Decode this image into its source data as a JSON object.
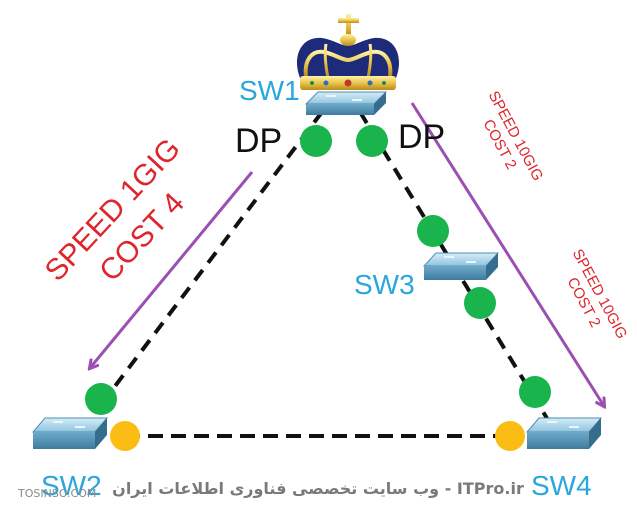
{
  "switches": {
    "sw1": "SW1",
    "sw2": "SW2",
    "sw3": "SW3",
    "sw4": "SW4"
  },
  "ports": {
    "dp_left": "DP",
    "dp_right": "DP"
  },
  "links": {
    "left": {
      "speed": "SPEED 1GIG",
      "cost": "COST 4"
    },
    "right_upper": {
      "speed": "SPEED 10GIG",
      "cost": "COST 2"
    },
    "right_lower": {
      "speed": "SPEED 10GIG",
      "cost": "COST 2"
    }
  },
  "footer": {
    "site_text": "ITPro.ir - وب سایت تخصصی فناوری اطلاعات ایران",
    "watermark": "TOSINSO.COM"
  },
  "colors": {
    "designated_port": "#19b44b",
    "blocked_port": "#fbbd14",
    "arrow": "#9b4fb3",
    "label_red": "#e0242c",
    "switch_label": "#29a6dc"
  },
  "icons": {
    "root_bridge": "crown-icon",
    "switch": "switch-icon"
  }
}
